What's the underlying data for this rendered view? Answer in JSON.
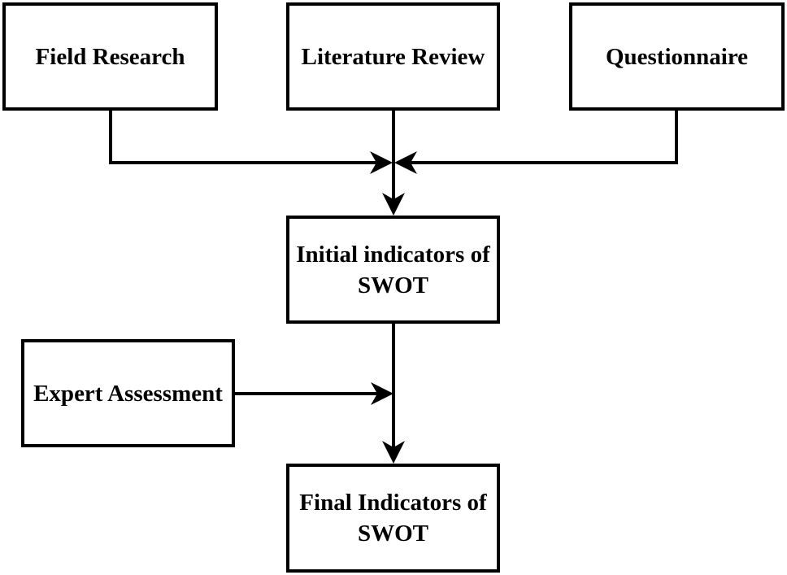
{
  "boxes": {
    "field_research": "Field Research",
    "literature_review": "Literature Review",
    "questionnaire": "Questionnaire",
    "initial_indicators": "Initial indicators of\nSWOT",
    "expert_assessment": "Expert Assessment",
    "final_indicators": "Final Indicators of\nSWOT"
  },
  "colors": {
    "stroke": "#000000",
    "background": "#ffffff"
  },
  "connections": [
    {
      "from": "field_research",
      "to": "initial_indicators"
    },
    {
      "from": "literature_review",
      "to": "initial_indicators"
    },
    {
      "from": "questionnaire",
      "to": "initial_indicators"
    },
    {
      "from": "initial_indicators",
      "to": "final_indicators"
    },
    {
      "from": "expert_assessment",
      "to": "final_indicators"
    }
  ]
}
